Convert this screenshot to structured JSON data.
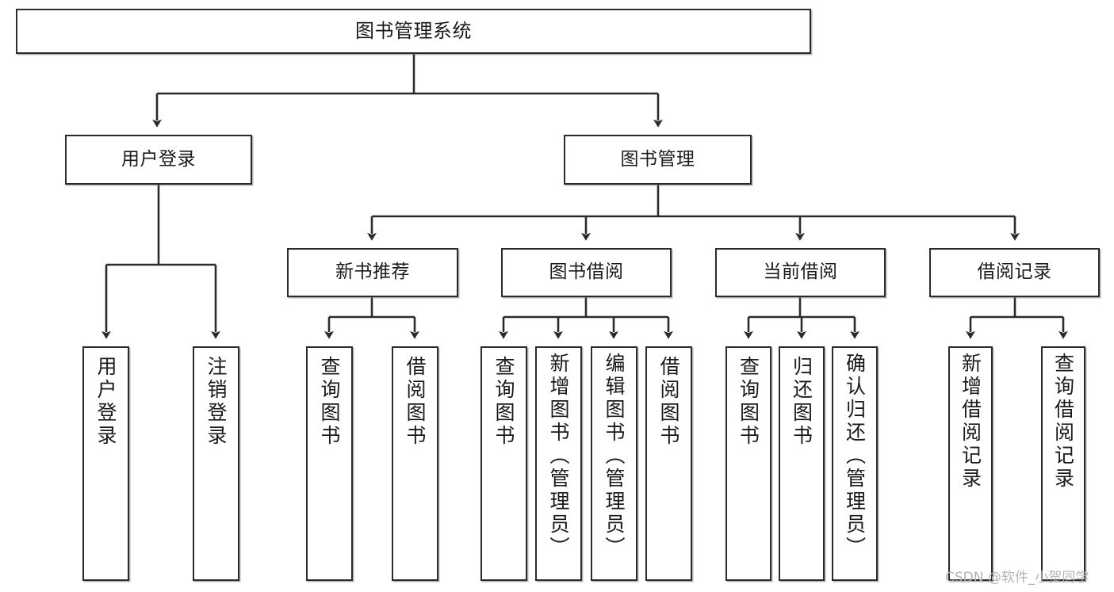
{
  "diagram": {
    "title": "图书管理系统",
    "type": "tree-hierarchy-diagram",
    "colors": {
      "stroke": "#2b2b2b",
      "fill": "#ffffff",
      "text": "#1a1a1a",
      "watermark": "#b4b4b4"
    },
    "nodes": {
      "root": {
        "label": "图书管理系统"
      },
      "level2": [
        {
          "id": "user-login",
          "label": "用户登录"
        },
        {
          "id": "book-management",
          "label": "图书管理"
        }
      ],
      "level3": [
        {
          "id": "new-book-recommend",
          "label": "新书推荐"
        },
        {
          "id": "book-borrow",
          "label": "图书借阅"
        },
        {
          "id": "current-borrow",
          "label": "当前借阅"
        },
        {
          "id": "borrow-record",
          "label": "借阅记录"
        }
      ],
      "leaves": {
        "user_login": [
          {
            "id": "leaf-user-login",
            "label": "用户登录"
          },
          {
            "id": "leaf-logout-login",
            "label": "注销登录"
          }
        ],
        "new_book_recommend": [
          {
            "id": "leaf-query-book-1",
            "label": "查询图书"
          },
          {
            "id": "leaf-borrow-book-1",
            "label": "借阅图书"
          }
        ],
        "book_borrow": [
          {
            "id": "leaf-query-book-2",
            "label": "查询图书"
          },
          {
            "id": "leaf-add-book-admin",
            "label": "新增图书（管理员）"
          },
          {
            "id": "leaf-edit-book-admin",
            "label": "编辑图书（管理员）"
          },
          {
            "id": "leaf-borrow-book-2",
            "label": "借阅图书"
          }
        ],
        "current_borrow": [
          {
            "id": "leaf-query-book-3",
            "label": "查询图书"
          },
          {
            "id": "leaf-return-book",
            "label": "归还图书"
          },
          {
            "id": "leaf-confirm-return-admin",
            "label": "确认归还（管理员）"
          }
        ],
        "borrow_record": [
          {
            "id": "leaf-add-borrow-record",
            "label": "新增借阅记录"
          },
          {
            "id": "leaf-query-borrow-record",
            "label": "查询借阅记录"
          }
        ]
      }
    },
    "watermark": "CSDN @软件_小贺同学"
  }
}
